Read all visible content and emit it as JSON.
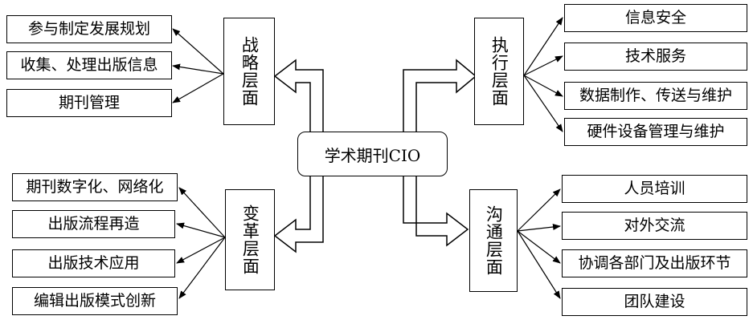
{
  "center": {
    "label": "学术期刊CIO"
  },
  "layers": {
    "strategy": {
      "title": "战略层面",
      "items": [
        "参与制定发展规划",
        "收集、处理出版信息",
        "期刊管理"
      ]
    },
    "execution": {
      "title": "执行层面",
      "items": [
        "信息安全",
        "技术服务",
        "数据制作、传送与维护",
        "硬件设备管理与维护"
      ]
    },
    "transformation": {
      "title": "变革层面",
      "items": [
        "期刊数字化、网络化",
        "出版流程再造",
        "出版技术应用",
        "编辑出版模式创新"
      ]
    },
    "communication": {
      "title": "沟通层面",
      "items": [
        "人员培训",
        "对外交流",
        "协调各部门及出版环节",
        "团队建设"
      ]
    }
  }
}
